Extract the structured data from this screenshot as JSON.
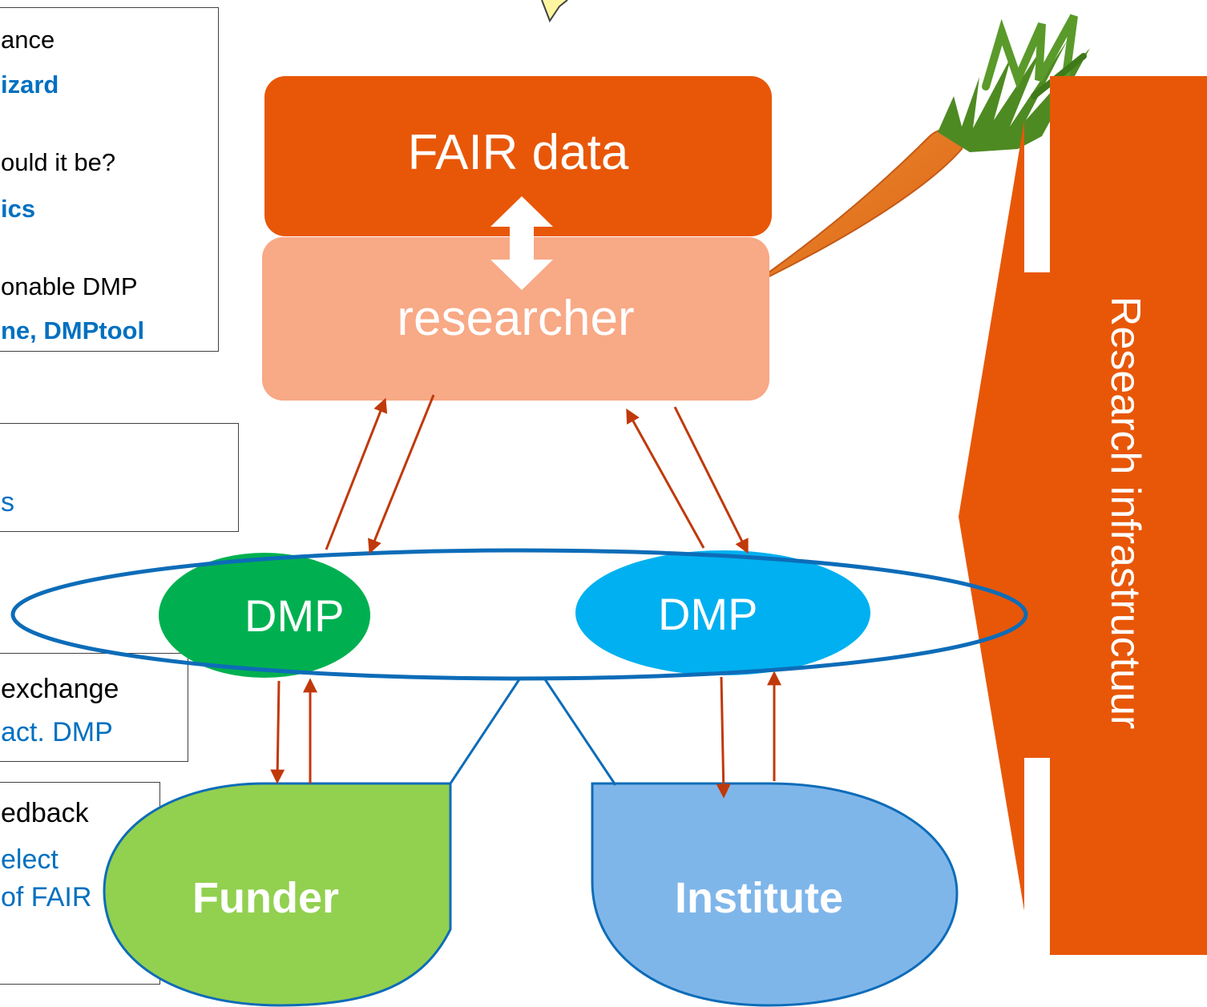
{
  "colors": {
    "fair_data": "#e85708",
    "researcher": "#f8a986",
    "infrastructure": "#e85708",
    "dmp_funder": "#00b050",
    "dmp_institute": "#00b0f0",
    "funder": "#92d050",
    "institute": "#7fb6ea",
    "arrows": "#c0390b",
    "ring": "#0d6cb8",
    "blue_text": "#0070c0"
  },
  "left_boxes": [
    {
      "lines": [
        {
          "text": "ance",
          "style": "black"
        },
        {
          "text": "izard",
          "style": "blue bold"
        },
        {
          "text": "ould it be?",
          "style": "black"
        },
        {
          "text": "ics",
          "style": "blue bold"
        },
        {
          "text": "onable DMP",
          "style": "black"
        },
        {
          "text": "ne, DMPtool",
          "style": "blue bold"
        }
      ]
    },
    {
      "lines": [
        {
          "text": "s",
          "style": "blue"
        }
      ]
    },
    {
      "lines": [
        {
          "text": "exchange",
          "style": "black"
        },
        {
          "text": "act. DMP",
          "style": "blue"
        }
      ]
    },
    {
      "lines": [
        {
          "text": "edback",
          "style": "black"
        },
        {
          "text": "elect",
          "style": "blue"
        },
        {
          "text": "of FAIR",
          "style": "blue"
        }
      ]
    }
  ],
  "fair_data_label": "FAIR data",
  "researcher_label": "researcher",
  "infrastructure_label": "Research infrastructuur",
  "dmp_left_label": "DMP",
  "dmp_right_label": "DMP",
  "funder_label": "Funder",
  "institute_label": "Institute",
  "icons": {
    "carrot": "carrot-icon",
    "double_arrow": "double-arrow-icon",
    "lightning": "lightning-icon"
  }
}
